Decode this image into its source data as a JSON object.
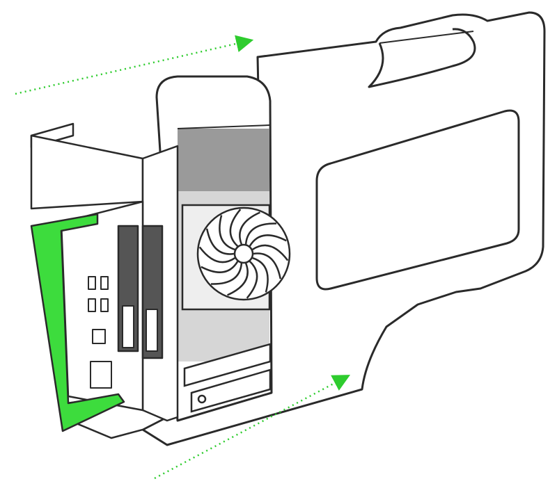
{
  "illustration": {
    "subject": "enclosure-with-graphics-card-tray",
    "colors": {
      "outline": "#2a2a2a",
      "panel": "#ffffff",
      "shade_dark": "#9a9a9a",
      "shade_light": "#d6d6d6",
      "handle": "#3ddc3d",
      "arrow": "#2ecc2e"
    },
    "arrows": [
      {
        "name": "insert-direction-top",
        "direction": "into-enclosure"
      },
      {
        "name": "insert-direction-bottom",
        "direction": "into-enclosure"
      }
    ]
  }
}
